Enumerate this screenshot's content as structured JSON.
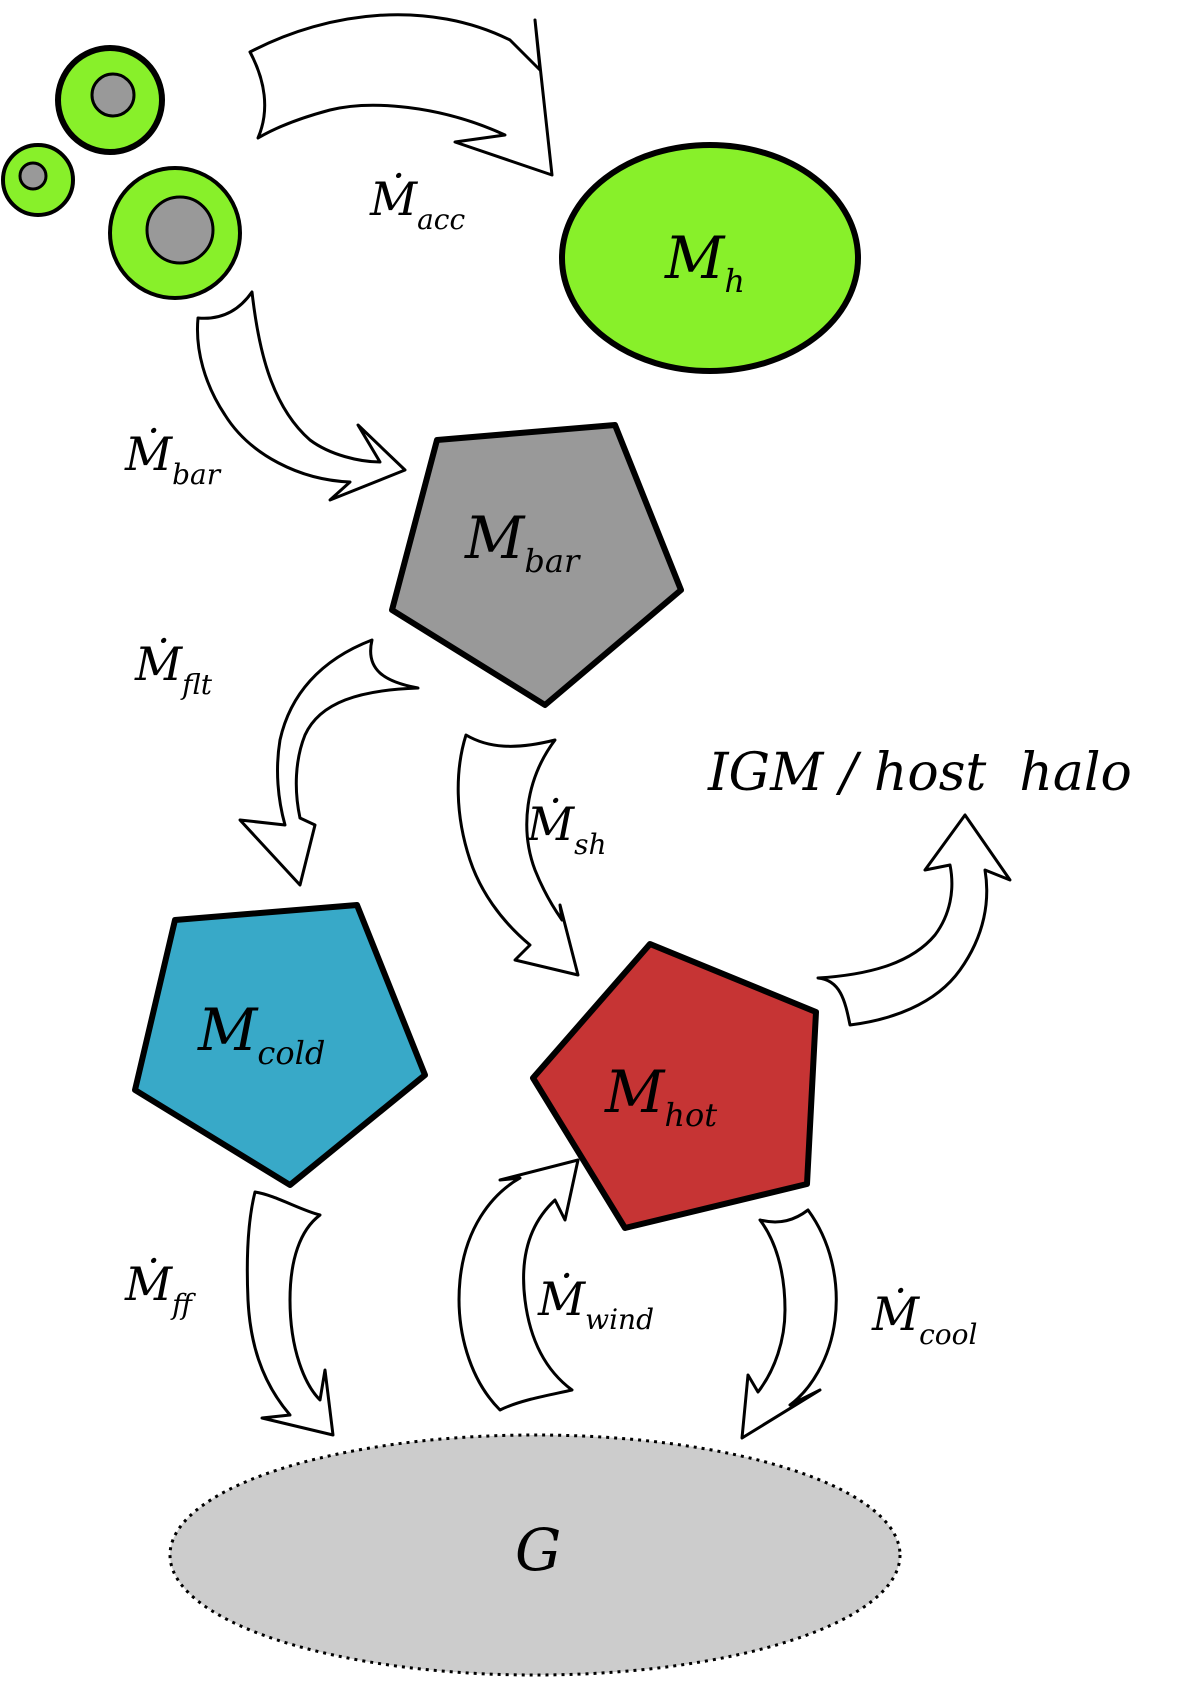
{
  "diagram": {
    "nodes": {
      "halo": {
        "main": "M",
        "sub": "h",
        "fill": "#88f02a"
      },
      "bar": {
        "main": "M",
        "sub": "bar",
        "fill": "#999999"
      },
      "cold": {
        "main": "M",
        "sub": "cold",
        "fill": "#38a9c8"
      },
      "hot": {
        "main": "M",
        "sub": "hot",
        "fill": "#c63434"
      },
      "galaxy": {
        "main": "G",
        "fill": "#cccccc"
      }
    },
    "flows": {
      "acc": {
        "main": "Ṁ",
        "sub": "acc"
      },
      "bar": {
        "main": "Ṁ",
        "sub": "bar"
      },
      "flt": {
        "main": "Ṁ",
        "sub": "flt"
      },
      "sh": {
        "main": "Ṁ",
        "sub": "sh"
      },
      "ff": {
        "main": "Ṁ",
        "sub": "ff"
      },
      "wind": {
        "main": "Ṁ",
        "sub": "wind"
      },
      "cool": {
        "main": "Ṁ",
        "sub": "cool"
      }
    },
    "outflow_label": "IGM / host  halo",
    "subhalo_colors": {
      "outer": "#88f02a",
      "inner": "#999999"
    }
  }
}
